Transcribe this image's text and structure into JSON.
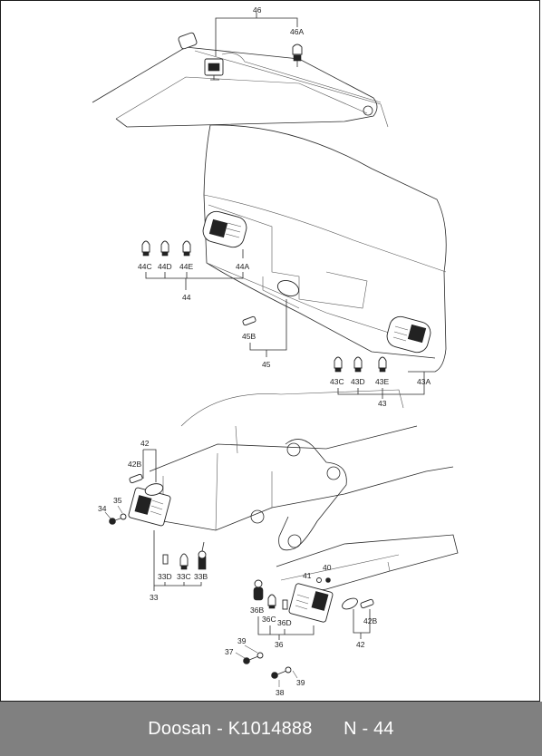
{
  "labels": {
    "l46": "46",
    "l46A": "46A",
    "l44C": "44C",
    "l44D": "44D",
    "l44E": "44E",
    "l44A": "44A",
    "l44": "44",
    "l45B": "45B",
    "l45": "45",
    "l43C": "43C",
    "l43D": "43D",
    "l43E": "43E",
    "l43A": "43A",
    "l43": "43",
    "l42top": "42",
    "l42Bleft": "42B",
    "l35": "35",
    "l34": "34",
    "l33D": "33D",
    "l33C": "33C",
    "l33B": "33B",
    "l33": "33",
    "l41": "41",
    "l40": "40",
    "l36B": "36B",
    "l36C": "36C",
    "l36D": "36D",
    "l36": "36",
    "l42Bright": "42B",
    "l42bottom": "42",
    "l39a": "39",
    "l37": "37",
    "l39b": "39",
    "l38": "38"
  },
  "footer": {
    "text": "Doosan - K1014888      N - 44"
  },
  "colors": {
    "footer_bg": "#808080",
    "footer_text": "#ffffff",
    "line": "#222222"
  }
}
